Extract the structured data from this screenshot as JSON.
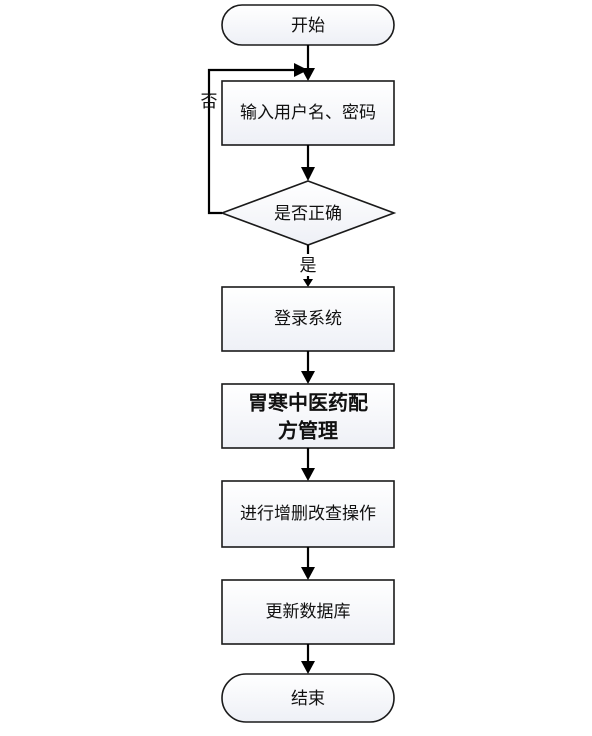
{
  "flowchart": {
    "start": "开始",
    "input": "输入用户名、密码",
    "decision": "是否正确",
    "no_label": "否",
    "yes_label": "是",
    "login": "登录系统",
    "manage_line1": "胃寒中医药配",
    "manage_line2": "方管理",
    "operate": "进行增删改查操作",
    "update_db": "更新数据库",
    "end": "结束"
  }
}
